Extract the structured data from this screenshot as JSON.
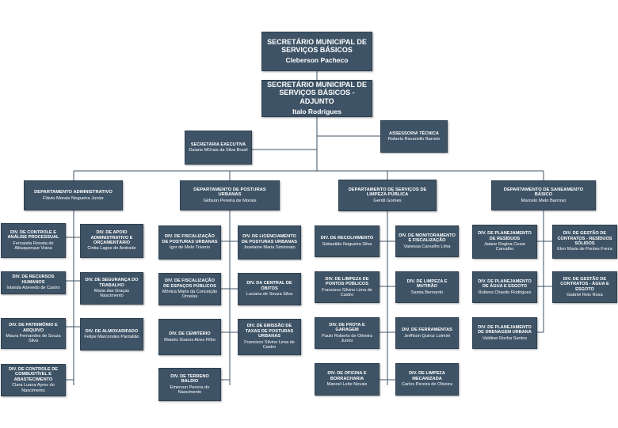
{
  "secretario": {
    "title": "SECRETÁRIO MUNICIPAL DE SERVIÇOS BÁSICOS",
    "name": "Cleberson Pacheco"
  },
  "adjunto": {
    "title": "SECRETÁRIO MUNICIPAL DE SERVIÇOS BÁSICOS - ADJUNTO",
    "name": "Italo Rodrigues"
  },
  "sec_exec": {
    "title": "SECRETÁRIA EXECUTIVA",
    "name": "Daiane MOrais da Silva Brasil"
  },
  "assessoria": {
    "title": "ASSESSORIA TÉCNICA",
    "name": "Rafaela Ravanello Barreto"
  },
  "departments": [
    {
      "title": "DEPARTAMENTO ADMINISTRATIVO",
      "name": "Flávio Morais Nogueira Junior",
      "divisions": [
        {
          "title": "DIV. DE CONTROLE E ANÁLISE PROCESSUAL",
          "name": "Fernanda Renata de Albuquerque Viana"
        },
        {
          "title": "DIV. DE APOIO ADMINISTRATIVO E ORÇAMENTÁRIO",
          "name": "Cintia Lagos de Andrade"
        },
        {
          "title": "DIV. DE RECURSOS HUMANOS",
          "name": "Iolanda Azevedo de Castro"
        },
        {
          "title": "DIV. DE SEGURANÇA DO TRABALHO",
          "name": "Maria das Graças Nascimento"
        },
        {
          "title": "DIV. DE PATRIMÔNIO E ARQUIVO",
          "name": "Maura Fernandes de Souza Silva"
        },
        {
          "title": "DIV. DE ALMOXARIFADO",
          "name": "Felipe Marcondes Pantalião"
        },
        {
          "title": "DIV. DE CONTROLE DE COMBUSTÍVEL E ABASTECIMENTO",
          "name": "Clara Luana Ayres do Nascimento"
        }
      ]
    },
    {
      "title": "DEPARTAMENTO DE POSTURAS URBANAS",
      "name": "Gilbson Pereira de Morais",
      "divisions": [
        {
          "title": "DIV. DE FISCALIZAÇÃO DE POSTURAS URBANAS",
          "name": "Igor de Melo Triverio"
        },
        {
          "title": "DIV. DE LICENCIAMENTO DE POSTURAS URBANAS",
          "name": "Joselaine Maria Simionato"
        },
        {
          "title": "DIV. DE FISCALIZAÇÃO DE ESPAÇOS PÚBLICOS",
          "name": "Mônica Maria da Conceição Ornelas"
        },
        {
          "title": "DIV. DA CENTRAL DE ÓBITOS",
          "name": "Luciana de Souza Silva"
        },
        {
          "title": "DIV. DE CEMITÉRIO",
          "name": "Moisés Soares Aires Filho"
        },
        {
          "title": "DIV. DE EMISSÃO DE TAXAS DE POSTURAS URBANAS",
          "name": "Francisco Silvino Lima de Castro"
        },
        {
          "title": "DIV. DE TERRENO BALDIO",
          "name": "Emerson Pereira do Nascimento"
        }
      ]
    },
    {
      "title": "DEPARTAMENTO DE SERVIÇOS DE LIMPEZA PÚBLICA",
      "name": "Gentil Gomes",
      "divisions": [
        {
          "title": "DIV. DE RECOLHIMENTO",
          "name": "Sebastião Nogueira Silva"
        },
        {
          "title": "DIV. DE MONITORAMENTO E FISCALIZAÇÃO",
          "name": "Vanessa Carvalho Lima"
        },
        {
          "title": "DIV. DE LIMPEZA DE PONTOS PÚBLICOS",
          "name": "Francisco Silvino Lima de Castro"
        },
        {
          "title": "DIV. DE LIMPEZA E MUTIRÃO",
          "name": "Samia Bernardo"
        },
        {
          "title": "DIV. DE FROTA E GARAGEM",
          "name": "Paulo Roberto de Oliveira Junior"
        },
        {
          "title": "DIV. DE FERRAMENTAS",
          "name": "Jerffison Quiroz Lolmini"
        },
        {
          "title": "DIV. DE OFICINA E BORRACHARIA",
          "name": "Manoel Leite Novais"
        },
        {
          "title": "DIV. DE LIMPEZA MECANIZADA",
          "name": "Carlos Pereira de Oliveira"
        }
      ]
    },
    {
      "title": "DEPARTAMENTO DE SANEAMENTO BÁSICO",
      "name": "Marcelo Melo Barroso",
      "divisions": [
        {
          "title": "DIV. DE PLANEJAMENTO DE RESÍDUOS",
          "name": "Jaiane Regina Cezar Carvalho"
        },
        {
          "title": "DIV. DE GESTÃO DE CONTRATOS - RESÍDUOS SÓLIDOS",
          "name": "Elen Maria de Pontes Freira"
        },
        {
          "title": "DIV. DE PLANEJAMENTO DE ÁGUA E ESGOTO",
          "name": "Rubens Chavito Rodrigues"
        },
        {
          "title": "DIV. DE GESTÃO DE CONTRATOS - ÁGUA E ESGOTO",
          "name": "Gabriel Reis Rosa"
        },
        {
          "title": "DIV. DE PLANEJAMENTO DE DRENAGEM URBANA",
          "name": "Valdinei Rocha Santos"
        }
      ]
    }
  ]
}
